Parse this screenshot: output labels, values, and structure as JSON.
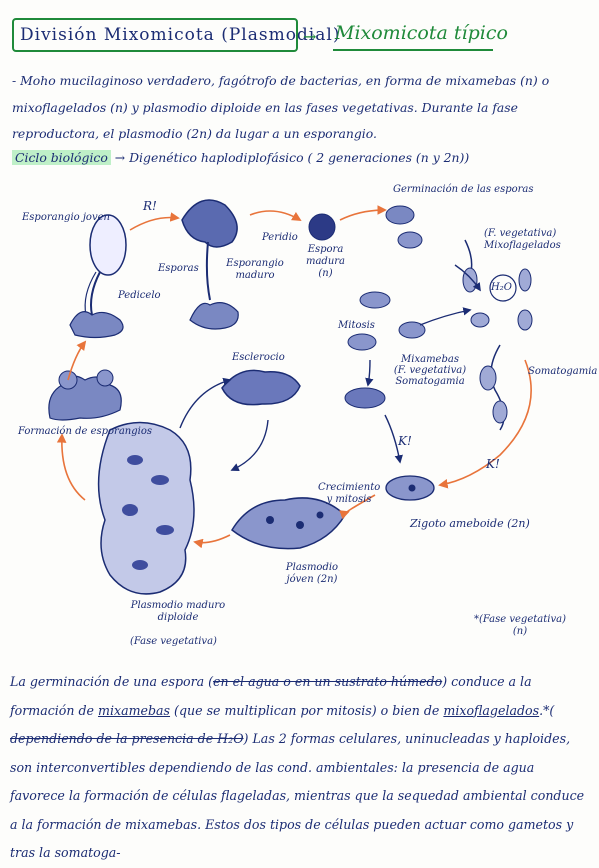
{
  "header": {
    "title": "División Mixomicota (Plasmodial)",
    "arrow": "→",
    "subtitle": "Mixomicota típico"
  },
  "intro": "- Moho mucilaginoso verdadero, fagótrofo de bacterias, en forma de mixamebas (n) o mixoflagelados (n) y plasmodio diploide en las fases vegetativas. Durante la fase reproductora, el plasmodio (2n) da lugar a un esporangio.",
  "cycle": {
    "label": "Ciclo biológico",
    "arrow": "→",
    "text": "Digenético haplodiplofásico ( 2 generaciones (n y 2n))"
  },
  "diagram": {
    "esporangio_joven": "Esporangio joven",
    "pedicelo": "Pedicelo",
    "r_exc": "R!",
    "peridio": "Peridio",
    "esporas": "Esporas",
    "esporangio_maduro": "Esporangio maduro",
    "espora_madura": "Espora madura (n)",
    "germinacion": "Germinación de las esporas",
    "f_vegetativa": "(F. vegetativa)",
    "mixoflagelados": "Mixoflagelados",
    "h2o": "H₂O",
    "mitosis": "Mitosis",
    "mixamebas": "Mixamebas",
    "f_vegetativa_2": "(F. vegetativa)",
    "somatogamia": "Somatogamia",
    "somatogamia_2": "Somatogamia",
    "esclerocio": "Esclerocio",
    "formacion_esporangios": "Formación de esporangios",
    "k1": "K!",
    "k2": "K!",
    "crecimiento": "Crecimiento y mitosis",
    "zigoto": "Zigoto ameboide (2n)",
    "plasmodio_joven": "Plasmodio jóven (2n)",
    "plasmodio_maduro": "Plasmodio maduro diploide",
    "fase_vegetativa": "(Fase vegetativa)",
    "nota": "*(Fase vegetativa) (n)"
  },
  "bottom": {
    "p1": "La germinación de una espora (",
    "p1_strike": "en el agua o en un sustrato húmedo",
    "p2": ") conduce a la formación de ",
    "mixamebas": "mixamebas",
    "p3": " (que se multiplican por mitosis) o bien de ",
    "mixoflagelados": "mixoflagelados",
    "p4": ".*( ",
    "p4_strike": "dependiendo de la presencia de H₂O",
    "p5": ") Las 2 formas celulares, uninucleadas y haploides, son interconvertibles dependiendo de las cond. ambientales: la presencia de agua favorece la formación de células flageladas, mientras que la sequedad ambiental conduce a la formación de mixamebas. Estos dos tipos de células pueden actuar como gametos y tras la somatoga-"
  },
  "colors": {
    "ink": "#1b2c73",
    "green": "#1f8a3a",
    "orange": "#e8743b",
    "highlight": "#bff0c8"
  }
}
